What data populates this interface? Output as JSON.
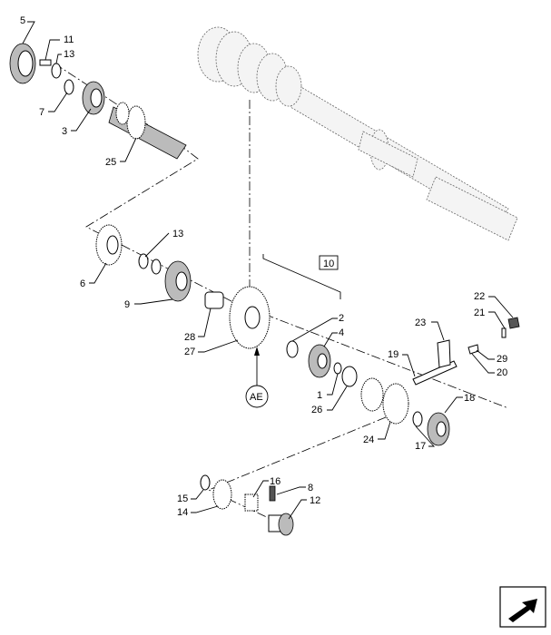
{
  "diagram": {
    "type": "exploded-parts-view",
    "callouts": [
      "5",
      "11",
      "13",
      "7",
      "3",
      "25",
      "13",
      "6",
      "9",
      "28",
      "27",
      "10",
      "2",
      "4",
      "22",
      "21",
      "23",
      "19",
      "29",
      "20",
      "1",
      "26",
      "18",
      "17",
      "24",
      "16",
      "8",
      "15",
      "12",
      "14"
    ],
    "detail_marker": "AE",
    "reference_box": "10",
    "nav_icon": "arrow-next-page-icon"
  }
}
